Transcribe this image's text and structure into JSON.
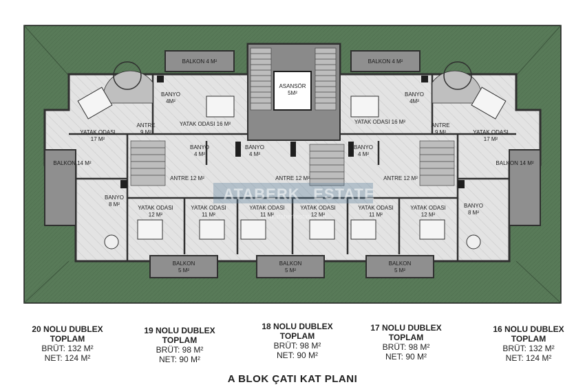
{
  "plan_title": "A BLOK ÇATI KAT PLANI",
  "watermark": {
    "brand_left": "ATABERK",
    "brand_right": "ESTATE",
    "url": "www.ataberkestate.com"
  },
  "rooms": [
    {
      "id": "balkon-top-left",
      "line1": "BALKON 4 M²",
      "line2": ""
    },
    {
      "id": "balkon-top-right",
      "line1": "BALKON 4 M²",
      "line2": ""
    },
    {
      "id": "asansor",
      "line1": "ASANSÖR",
      "line2": "5M²"
    },
    {
      "id": "banyo-tl",
      "line1": "BANYO",
      "line2": "4M²"
    },
    {
      "id": "banyo-tr",
      "line1": "BANYO",
      "line2": "4M²"
    },
    {
      "id": "antre-tl",
      "line1": "ANTRE",
      "line2": "9 M²"
    },
    {
      "id": "antre-tr",
      "line1": "ANTRE",
      "line2": "9 M²"
    },
    {
      "id": "yatak-16-l",
      "line1": "YATAK ODASI 16 M²",
      "line2": ""
    },
    {
      "id": "yatak-16-r",
      "line1": "YATAK ODASI 16 M²",
      "line2": ""
    },
    {
      "id": "yatak-17-l",
      "line1": "YATAK ODASI",
      "line2": "17 M²"
    },
    {
      "id": "yatak-17-r",
      "line1": "YATAK ODASI",
      "line2": "17 M²"
    },
    {
      "id": "balkon-14-l",
      "line1": "BALKON 14 M²",
      "line2": ""
    },
    {
      "id": "balkon-14-r",
      "line1": "BALKON 14 M²",
      "line2": ""
    },
    {
      "id": "banyo-ml",
      "line1": "BANYO",
      "line2": "4 M²"
    },
    {
      "id": "banyo-mc",
      "line1": "BANYO",
      "line2": "4 M²"
    },
    {
      "id": "banyo-mr",
      "line1": "BANYO",
      "line2": "4 M²"
    },
    {
      "id": "antre-12-l",
      "line1": "ANTRE 12 M²",
      "line2": ""
    },
    {
      "id": "antre-12-c",
      "line1": "ANTRE 12 M²",
      "line2": ""
    },
    {
      "id": "antre-12-r",
      "line1": "ANTRE 12 M²",
      "line2": ""
    },
    {
      "id": "banyo-8-l",
      "line1": "BANYO",
      "line2": "8 M²"
    },
    {
      "id": "banyo-8-r",
      "line1": "BANYO",
      "line2": "8 M²"
    },
    {
      "id": "yatak-12-a",
      "line1": "YATAK ODASI",
      "line2": "12 M²"
    },
    {
      "id": "yatak-11-a",
      "line1": "YATAK ODASI",
      "line2": "11 M²"
    },
    {
      "id": "yatak-11-b",
      "line1": "YATAK ODASI",
      "line2": "11 M²"
    },
    {
      "id": "yatak-12-b",
      "line1": "YATAK ODASI",
      "line2": "12 M²"
    },
    {
      "id": "yatak-11-c",
      "line1": "YATAK ODASI",
      "line2": "11 M²"
    },
    {
      "id": "yatak-12-c",
      "line1": "YATAK ODASI",
      "line2": "12 M²"
    },
    {
      "id": "balkon-5-l",
      "line1": "BALKON",
      "line2": "5 M²"
    },
    {
      "id": "balkon-5-c",
      "line1": "BALKON",
      "line2": "5 M²"
    },
    {
      "id": "balkon-5-r",
      "line1": "BALKON",
      "line2": "5 M²"
    }
  ],
  "units": [
    {
      "name": "20 NOLU DUBLEX",
      "total": "TOPLAM",
      "brut": "BRÜT: 132 M²",
      "net": "NET: 124 M²"
    },
    {
      "name": "19 NOLU DUBLEX",
      "total": "TOPLAM",
      "brut": "BRÜT: 98 M²",
      "net": "NET: 90 M²"
    },
    {
      "name": "18 NOLU DUBLEX",
      "total": "TOPLAM",
      "brut": "BRÜT: 98 M²",
      "net": "NET: 90 M²"
    },
    {
      "name": "17 NOLU DUBLEX",
      "total": "TOPLAM",
      "brut": "BRÜT: 98 M²",
      "net": "NET: 90 M²"
    },
    {
      "name": "16 NOLU DUBLEX",
      "total": "TOPLAM",
      "brut": "BRÜT: 132 M²",
      "net": "NET: 124 M²"
    }
  ],
  "colors": {
    "roof": "#587a58",
    "floor": "#dedede",
    "balcony": "#8f8f8f",
    "wall": "#2f2f2f",
    "stair": "#6f6f6f"
  }
}
